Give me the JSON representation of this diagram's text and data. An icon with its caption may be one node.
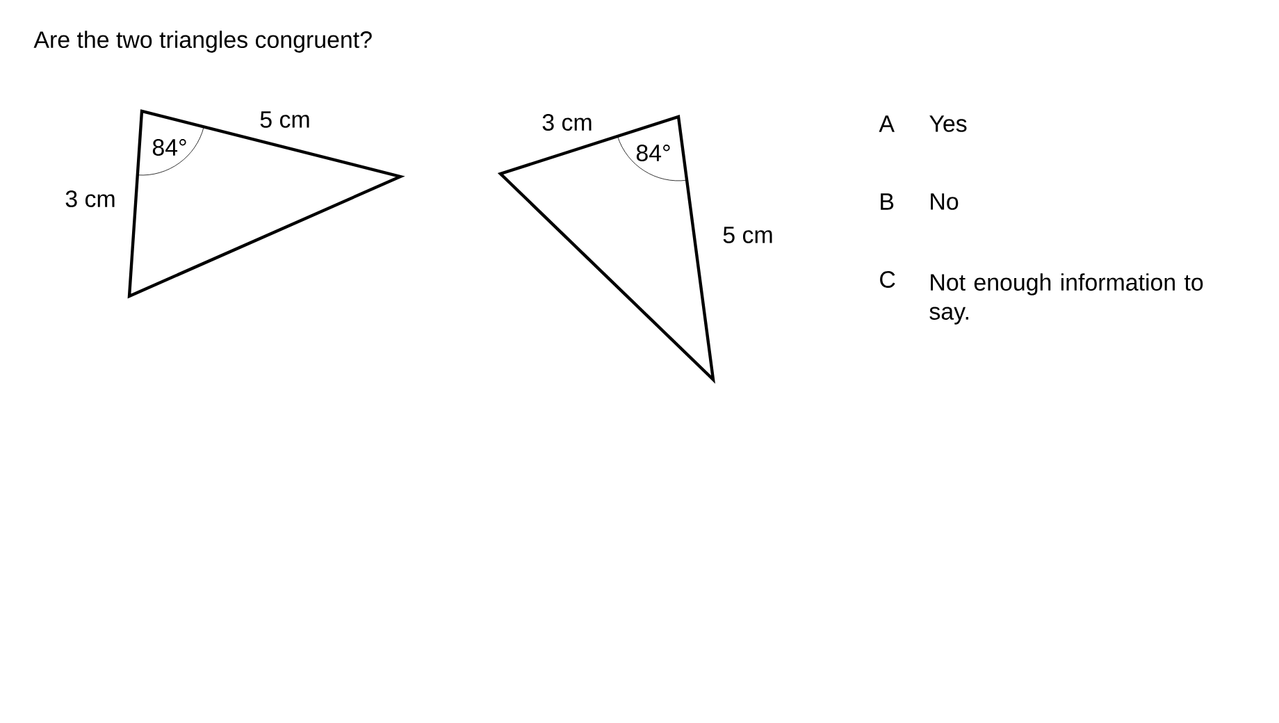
{
  "diagram": {
    "title": "Are the two triangles congruent?",
    "labels": [
      "5 cm",
      "84°",
      "3 cm",
      "3 cm",
      "84°",
      "5 cm",
      "A",
      "Yes",
      "B",
      "No",
      "C",
      "Not enough information to say."
    ]
  }
}
